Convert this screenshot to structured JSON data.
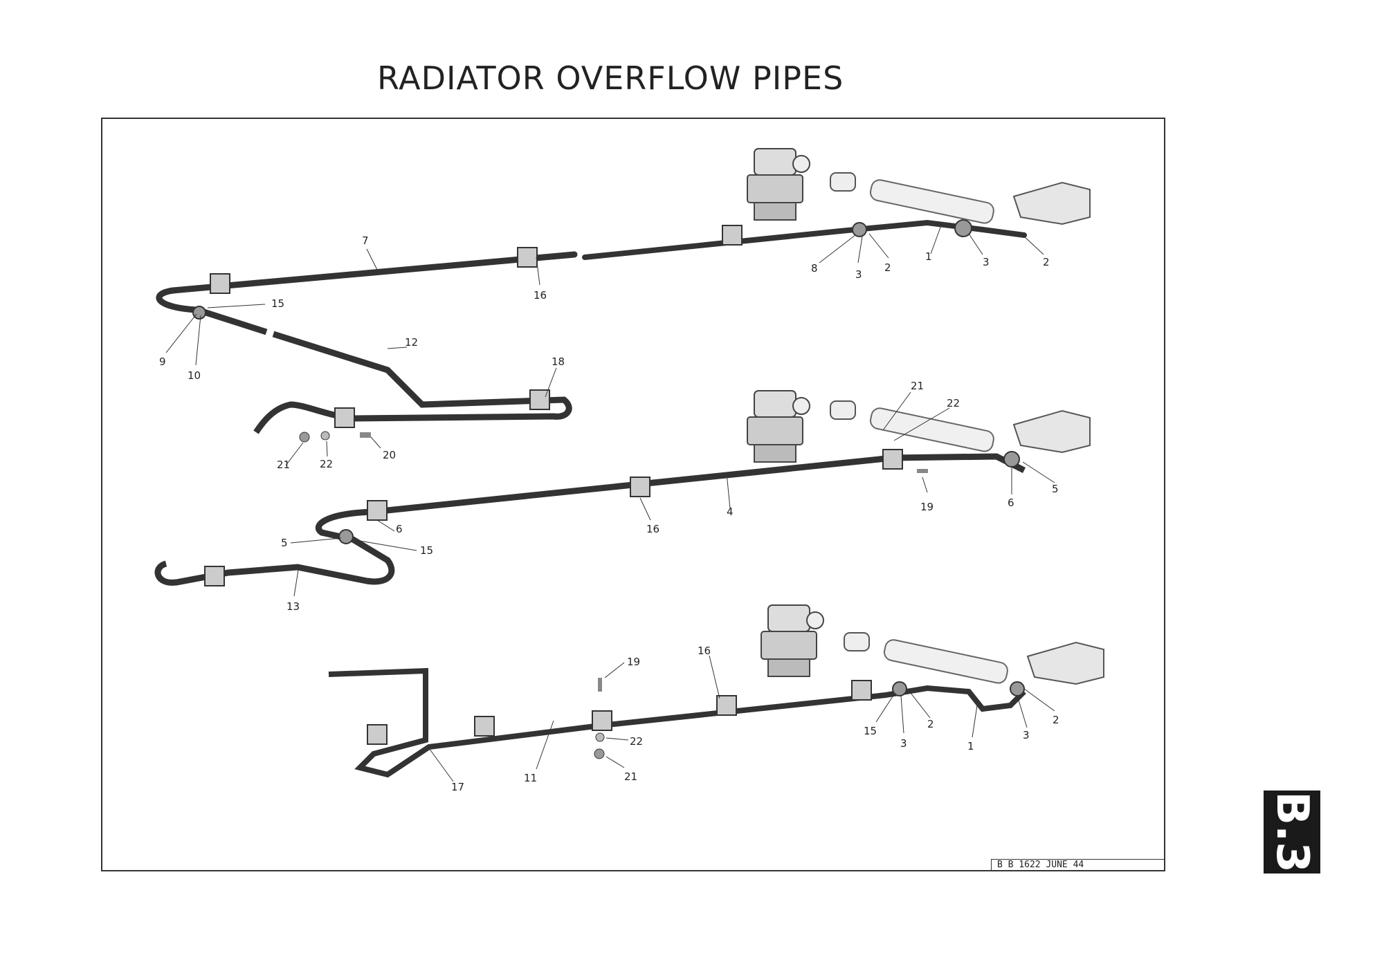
{
  "title": "RADIATOR OVERFLOW PIPES",
  "drawing_code": "B B 1622 JUNE 44",
  "section_tab": "B.3",
  "callouts": {
    "top": [
      "7",
      "16",
      "15",
      "9",
      "10",
      "12",
      "18",
      "21",
      "22",
      "20",
      "8",
      "3",
      "2",
      "1",
      "3",
      "2"
    ],
    "middle": [
      "21",
      "22",
      "4",
      "16",
      "6",
      "5",
      "15",
      "13",
      "19",
      "6",
      "5"
    ],
    "bottom": [
      "19",
      "16",
      "22",
      "21",
      "11",
      "17",
      "15",
      "3",
      "2",
      "1",
      "3",
      "2"
    ]
  }
}
